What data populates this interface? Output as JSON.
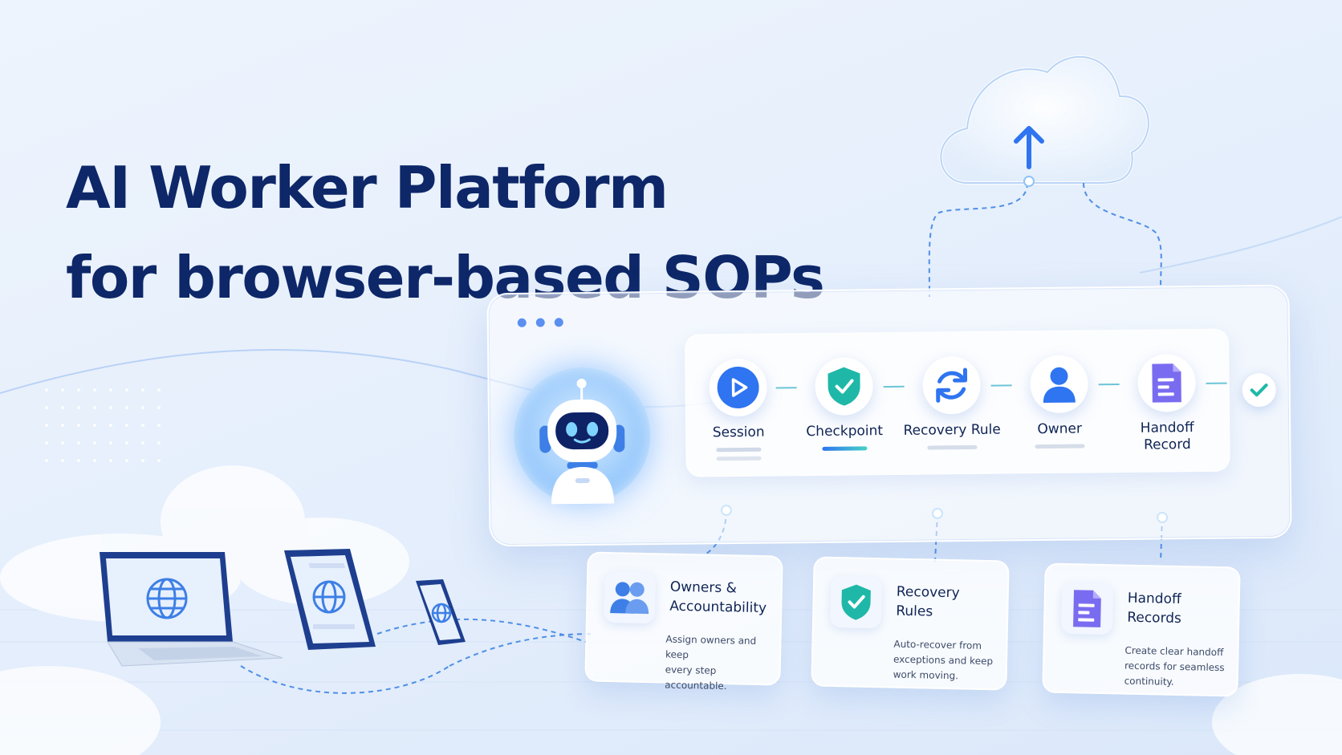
{
  "headline": {
    "line1": "AI Worker Platform",
    "line2": "for browser-based SOPs"
  },
  "colors": {
    "navy_text": "#0d2768",
    "accent_blue": "#2f74f0",
    "accent_teal": "#1fb8a8",
    "accent_purple": "#7a6cf0",
    "background": "#e6effc"
  },
  "upload_cloud": {
    "icon": "arrow-up-icon"
  },
  "workflow": {
    "steps": [
      {
        "label": "Session",
        "icon": "play-icon"
      },
      {
        "label": "Checkpoint",
        "icon": "shield-check-icon"
      },
      {
        "label": "Recovery Rule",
        "icon": "refresh-icon"
      },
      {
        "label": "Owner",
        "icon": "user-icon"
      },
      {
        "label": "Handoff Record",
        "line1": "Handoff",
        "line2": "Record",
        "icon": "document-icon"
      }
    ],
    "complete_icon": "checkmark-icon"
  },
  "cards": [
    {
      "title_line1": "Owners &",
      "title_line2": "Accountability",
      "desc_line1": "Assign owners and keep",
      "desc_line2": "every step accountable.",
      "desc_line3": "",
      "icon": "users-icon"
    },
    {
      "title_line1": "Recovery",
      "title_line2": "Rules",
      "desc_line1": "Auto-recover from",
      "desc_line2": "exceptions and keep",
      "desc_line3": "work moving.",
      "icon": "shield-check-icon"
    },
    {
      "title_line1": "Handoff",
      "title_line2": "Records",
      "desc_line1": "Create clear handoff",
      "desc_line2": "records for seamless",
      "desc_line3": "continuity.",
      "icon": "document-icon"
    }
  ],
  "devices": [
    "laptop",
    "tablet",
    "phone"
  ]
}
